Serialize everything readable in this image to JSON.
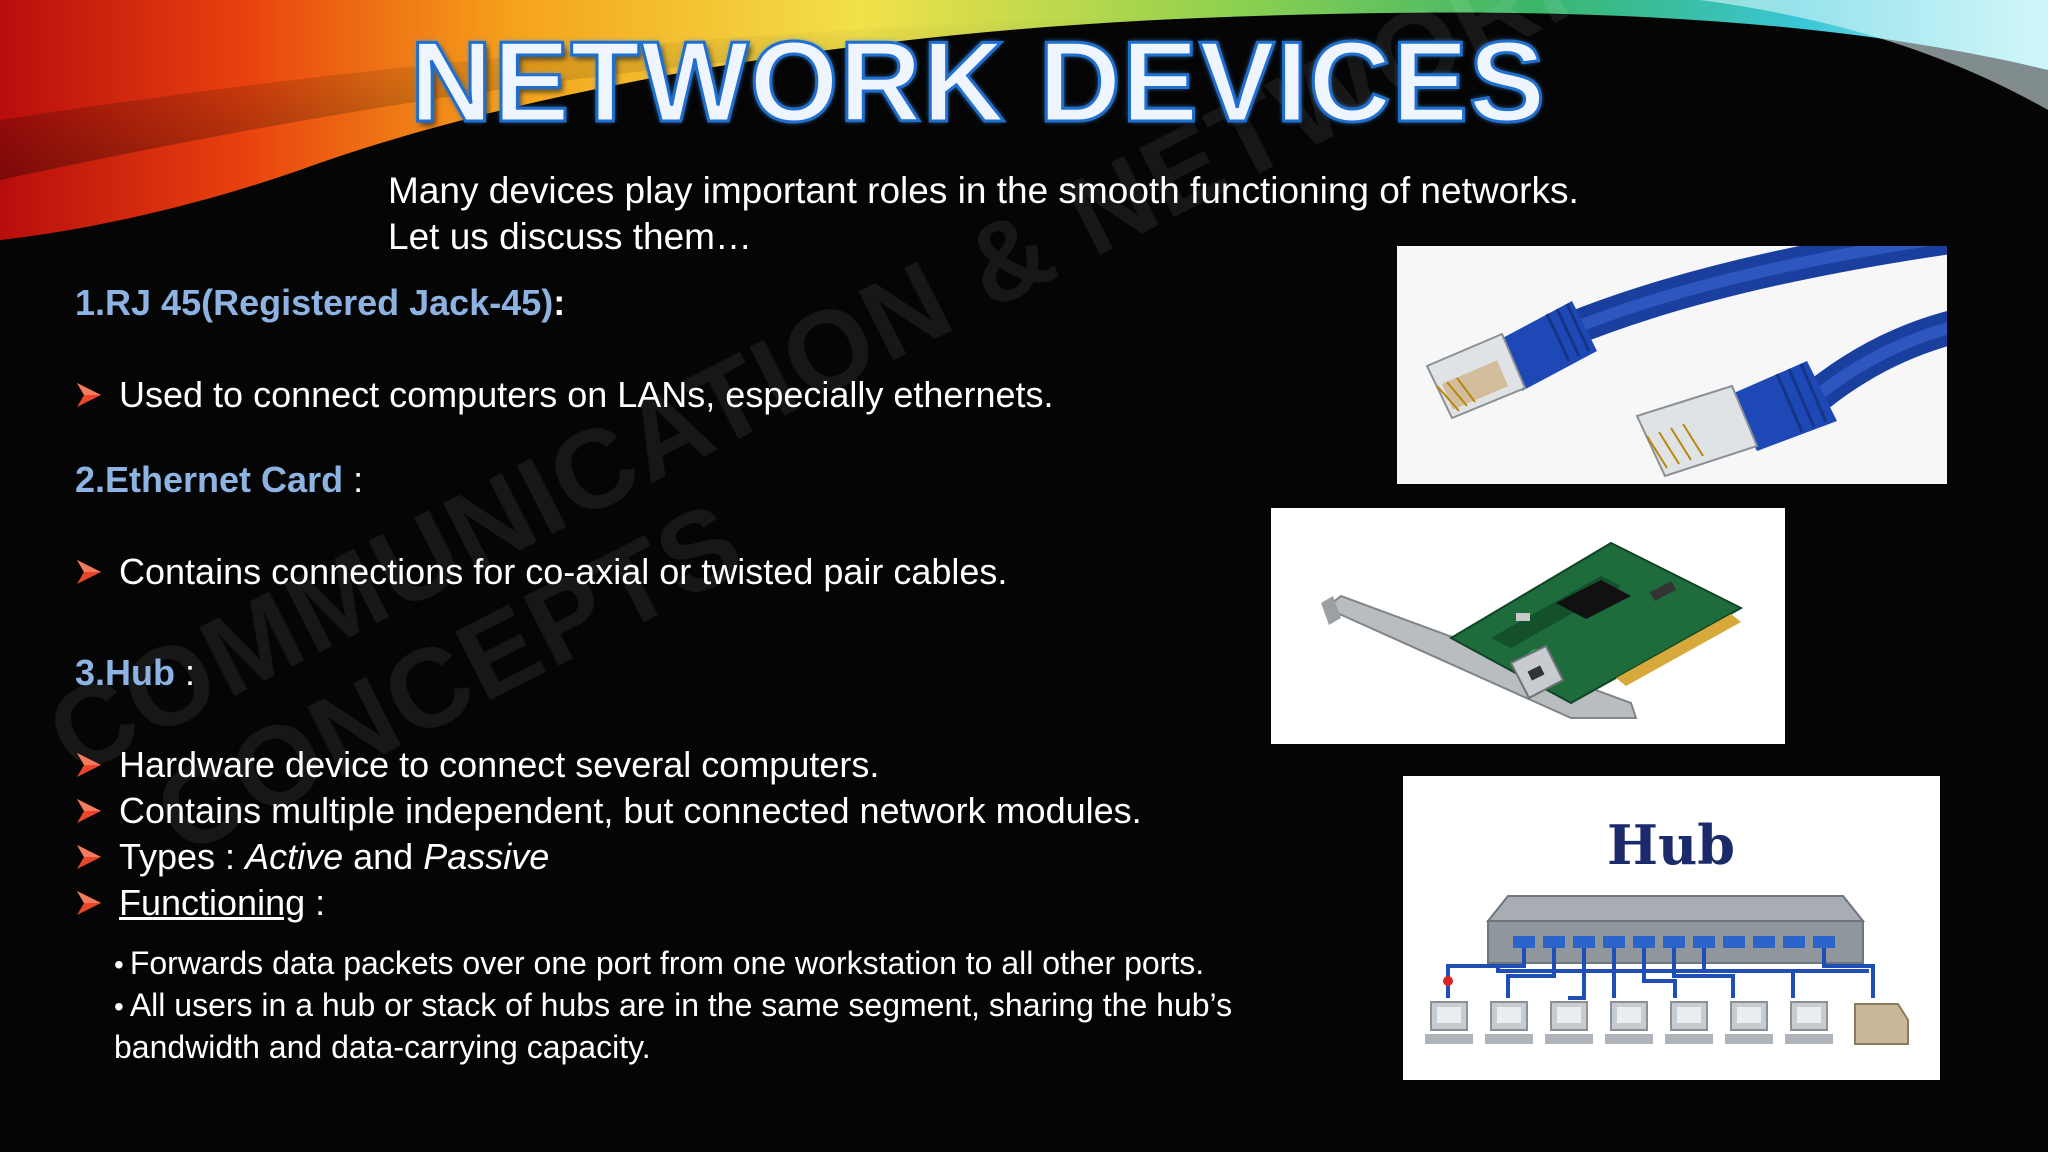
{
  "slide": {
    "title": "NETWORK DEVICES",
    "intro": [
      "Many devices play important roles in the smooth functioning of networks.",
      "Let us discuss them…"
    ],
    "watermark": [
      "COMMUNICATION & NETWORK",
      "CONCEPTS"
    ],
    "sections": [
      {
        "heading": "1.RJ 45(Registered Jack-45)",
        "colon": ":",
        "bullets": [
          "Used to connect computers on LANs, especially ethernets."
        ]
      },
      {
        "heading": "2.Ethernet Card",
        "colon": " :",
        "bullets": [
          "Contains connections for co-axial or twisted pair cables."
        ]
      },
      {
        "heading": "3.Hub",
        "colon": " :",
        "bullets": [
          "Hardware device to connect several computers.",
          "Contains multiple independent, but connected network modules."
        ],
        "types": {
          "prefix": "Types : ",
          "active": "Active",
          "and": " and ",
          "passive": "Passive"
        },
        "functioning": {
          "label": "Functioning",
          "colon": " :"
        },
        "sub_bullets": [
          "Forwards data packets over one port from one workstation to all other ports.",
          "All users in a hub or stack of hubs are in the same segment, sharing the hub’s",
          "bandwidth and data-carrying capacity."
        ]
      }
    ],
    "images": {
      "rj45": "rj45-cable-photo",
      "ethernet_card": "ethernet-card-photo",
      "hub_label": "Hub"
    },
    "colors": {
      "heading": "#8db3e2",
      "bullet_arrow": "#e8452c",
      "title_fill": "#eef5ff",
      "title_outline": "#1f6fd1",
      "background": "#050505"
    }
  }
}
